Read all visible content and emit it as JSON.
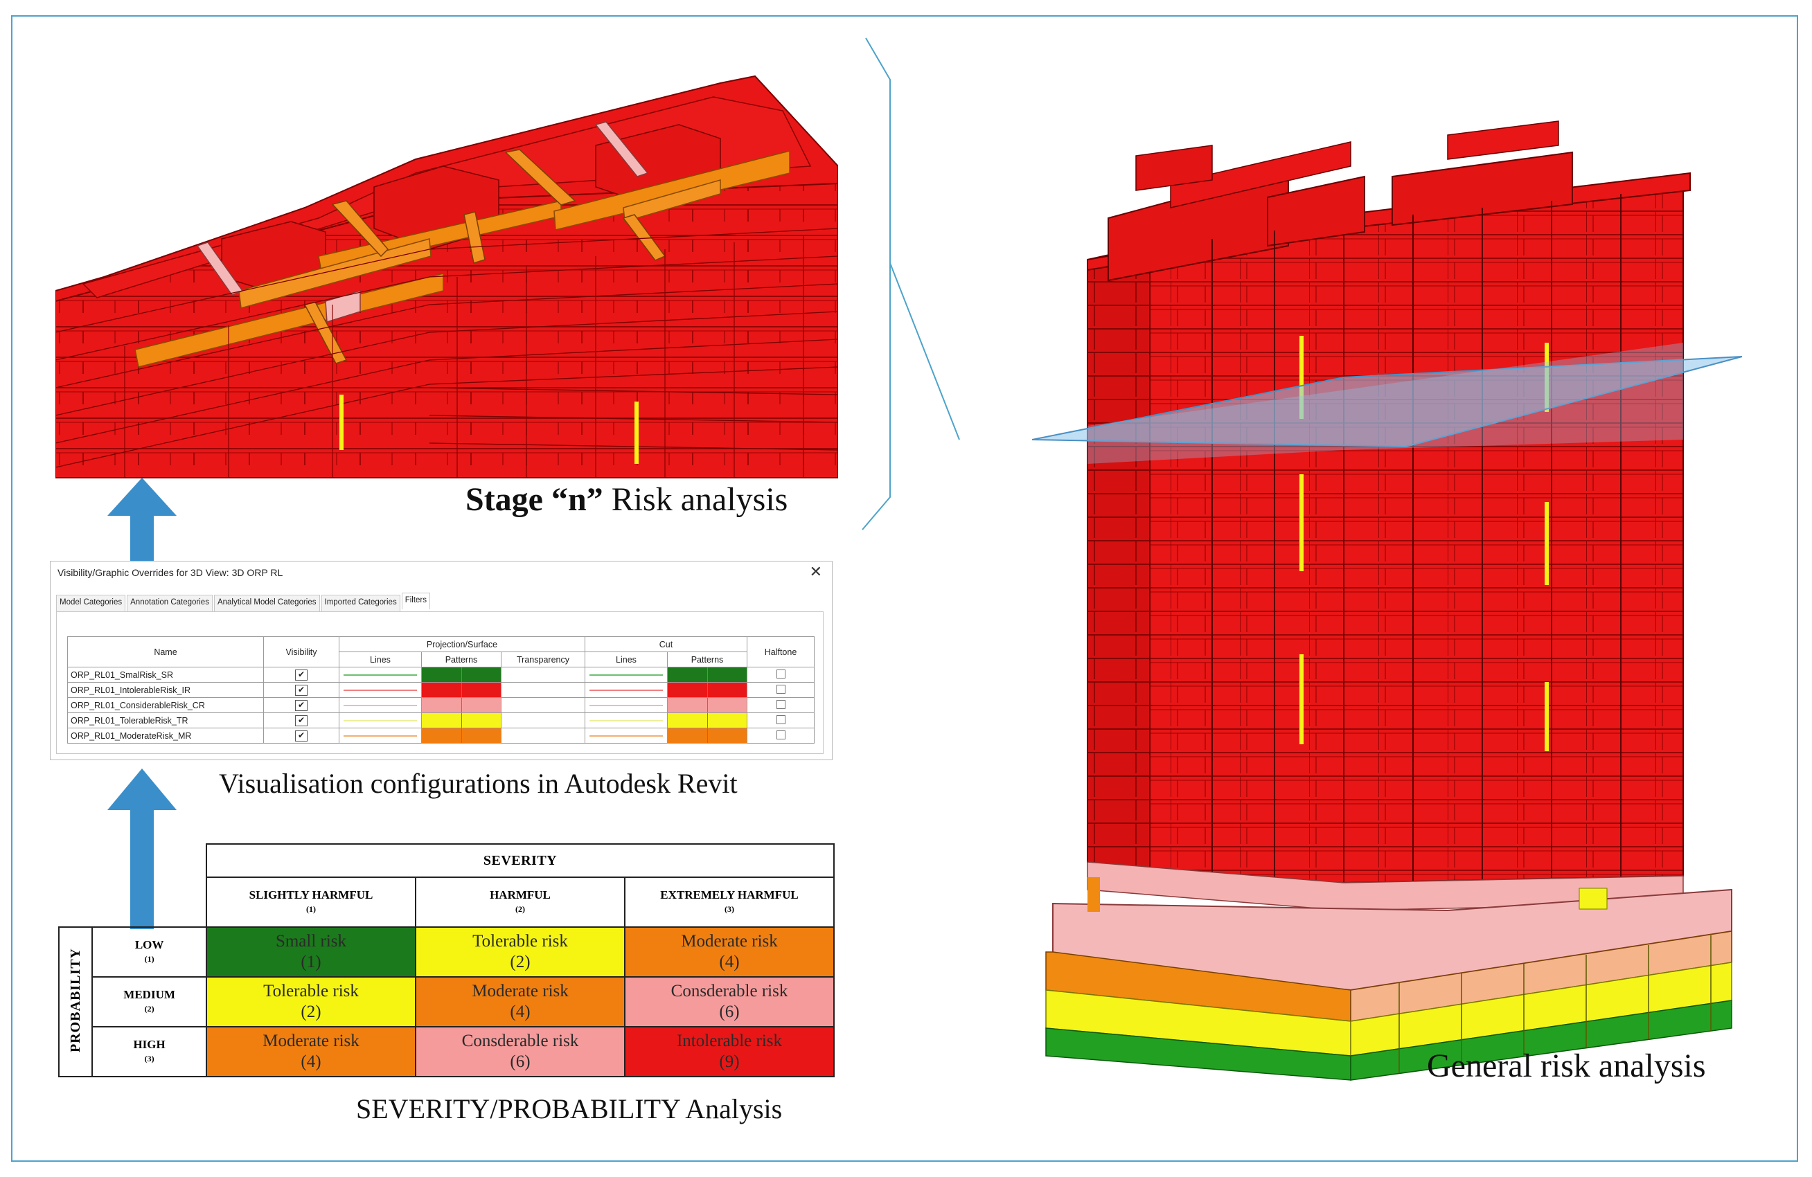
{
  "captions": {
    "stage_prefix": "Stage",
    "stage_n": "“n”",
    "stage_suffix": "Risk analysis",
    "visualisation": "Visualisation configurations in Autodesk Revit",
    "severity_probability": "SEVERITY/PROBABILITY Analysis",
    "general": "General risk analysis"
  },
  "dialog": {
    "title": "Visibility/Graphic Overrides for 3D View: 3D ORP RL",
    "close_glyph": "✕",
    "tabs": [
      "Model Categories",
      "Annotation Categories",
      "Analytical Model Categories",
      "Imported Categories",
      "Filters"
    ],
    "active_tab": "Filters",
    "headers": {
      "name": "Name",
      "visibility": "Visibility",
      "projection_surface": "Projection/Surface",
      "cut": "Cut",
      "halftone": "Halftone",
      "lines": "Lines",
      "patterns": "Patterns",
      "transparency": "Transparency"
    },
    "rows": [
      {
        "name": "ORP_RL01_SmalRisk_SR",
        "visible": "✔",
        "color": "#1c7a1c",
        "line_color": "#6fbf6f"
      },
      {
        "name": "ORP_RL01_IntolerableRisk_IR",
        "visible": "✔",
        "color": "#e81818",
        "line_color": "#f08080"
      },
      {
        "name": "ORP_RL01_ConsiderableRisk_CR",
        "visible": "✔",
        "color": "#f4a0a0",
        "line_color": "#f6b6b6"
      },
      {
        "name": "ORP_RL01_TolerableRisk_TR",
        "visible": "✔",
        "color": "#f5f51a",
        "line_color": "#eeee9a"
      },
      {
        "name": "ORP_RL01_ModerateRisk_MR",
        "visible": "✔",
        "color": "#f07d10",
        "line_color": "#f2b070"
      }
    ]
  },
  "matrix": {
    "severity_label": "SEVERITY",
    "probability_label": "PROBABILITY",
    "severity_cols": [
      {
        "label": "SLIGHTLY HARMFUL",
        "num": "(1)"
      },
      {
        "label": "HARMFUL",
        "num": "(2)"
      },
      {
        "label": "EXTREMELY HARMFUL",
        "num": "(3)"
      }
    ],
    "probability_rows": [
      {
        "label": "LOW",
        "num": "(1)",
        "cells": [
          {
            "text": "Small risk",
            "num": "(1)",
            "color": "#1b7a1b"
          },
          {
            "text": "Tolerable risk",
            "num": "(2)",
            "color": "#f5f511"
          },
          {
            "text": "Moderate risk",
            "num": "(4)",
            "color": "#f07f10"
          }
        ]
      },
      {
        "label": "MEDIUM",
        "num": "(2)",
        "cells": [
          {
            "text": "Tolerable risk",
            "num": "(2)",
            "color": "#f5f511"
          },
          {
            "text": "Moderate risk",
            "num": "(4)",
            "color": "#f07f10"
          },
          {
            "text": "Consderable risk",
            "num": "(6)",
            "color": "#f59b9b"
          }
        ]
      },
      {
        "label": "HIGH",
        "num": "(3)",
        "cells": [
          {
            "text": "Moderate risk",
            "num": "(4)",
            "color": "#f07f10"
          },
          {
            "text": "Consderable risk",
            "num": "(6)",
            "color": "#f59b9b"
          },
          {
            "text": "Intolerable risk",
            "num": "(9)",
            "color": "#e81616"
          }
        ]
      }
    ]
  },
  "colors": {
    "frame": "#4ea3c9",
    "arrow": "#3a8fcb",
    "intolerable": "#e81818",
    "considerable": "#f4b2b2",
    "moderate": "#f08a10",
    "tolerable": "#f5f51a",
    "small": "#22a022",
    "plane": "#8cc4ec"
  }
}
